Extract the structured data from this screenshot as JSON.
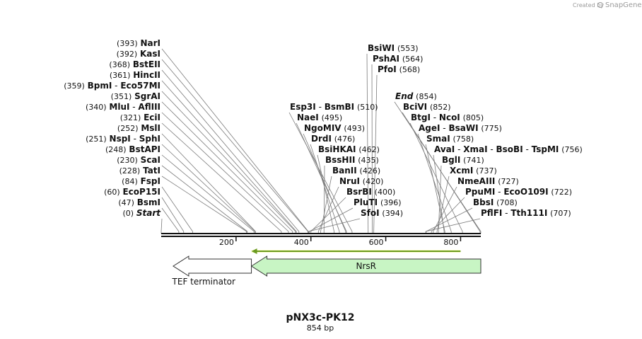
{
  "plasmid": {
    "name": "pNX3c-PK12",
    "length_label": "854 bp",
    "length": 854
  },
  "credit": {
    "text": "Created by",
    "brand": "SnapGene"
  },
  "ruler": {
    "ticks": [
      200,
      400,
      600,
      800
    ]
  },
  "features": [
    {
      "name": "NrsR",
      "start": 241,
      "end": 854,
      "direction": "reverse",
      "color": "#c8f5c4",
      "label_inside": true
    },
    {
      "name": "TEF terminator",
      "start": 32,
      "end": 241,
      "direction": "reverse",
      "color": "#ffffff",
      "label_inside": false
    }
  ],
  "primer_arrow": {
    "start": 241,
    "end": 800,
    "direction": "reverse",
    "color": "#6a9a1f"
  },
  "sites_left": [
    {
      "names": [
        "Start"
      ],
      "pos": 0,
      "italic": true
    },
    {
      "names": [
        "BsmI"
      ],
      "pos": 47
    },
    {
      "names": [
        "EcoP15I"
      ],
      "pos": 60
    },
    {
      "names": [
        "FspI"
      ],
      "pos": 84
    },
    {
      "names": [
        "TatI"
      ],
      "pos": 228
    },
    {
      "names": [
        "ScaI"
      ],
      "pos": 230
    },
    {
      "names": [
        "BstAPI"
      ],
      "pos": 248
    },
    {
      "names": [
        "NspI",
        "SphI"
      ],
      "pos": 251
    },
    {
      "names": [
        "MslI"
      ],
      "pos": 252
    },
    {
      "names": [
        "EciI"
      ],
      "pos": 321
    },
    {
      "names": [
        "MluI",
        "AflIII"
      ],
      "pos": 340
    },
    {
      "names": [
        "SgrAI"
      ],
      "pos": 351
    },
    {
      "names": [
        "BpmI",
        "Eco57MI"
      ],
      "pos": 359
    },
    {
      "names": [
        "HincII"
      ],
      "pos": 361
    },
    {
      "names": [
        "BstEII"
      ],
      "pos": 368
    },
    {
      "names": [
        "KasI"
      ],
      "pos": 392
    },
    {
      "names": [
        "NarI"
      ],
      "pos": 393
    }
  ],
  "sites_mid": [
    {
      "names": [
        "SfoI"
      ],
      "pos": 394
    },
    {
      "names": [
        "PluTI"
      ],
      "pos": 396
    },
    {
      "names": [
        "BsrBI"
      ],
      "pos": 400
    },
    {
      "names": [
        "NruI"
      ],
      "pos": 420
    },
    {
      "names": [
        "BanII"
      ],
      "pos": 426
    },
    {
      "names": [
        "BssHII"
      ],
      "pos": 435
    },
    {
      "names": [
        "BsiHKAI"
      ],
      "pos": 462
    },
    {
      "names": [
        "DrdI"
      ],
      "pos": 476
    },
    {
      "names": [
        "NgoMIV"
      ],
      "pos": 493
    },
    {
      "names": [
        "NaeI"
      ],
      "pos": 495
    },
    {
      "names": [
        "Esp3I",
        "BsmBI"
      ],
      "pos": 510
    }
  ],
  "sites_top": [
    {
      "names": [
        "BsiWI"
      ],
      "pos": 553
    },
    {
      "names": [
        "PshAI"
      ],
      "pos": 564
    },
    {
      "names": [
        "PfoI"
      ],
      "pos": 568
    }
  ],
  "sites_right": [
    {
      "names": [
        "PflFI",
        "Tth111I"
      ],
      "pos": 707
    },
    {
      "names": [
        "BbsI"
      ],
      "pos": 708
    },
    {
      "names": [
        "PpuMI",
        "EcoO109I"
      ],
      "pos": 722
    },
    {
      "names": [
        "NmeAIII"
      ],
      "pos": 727
    },
    {
      "names": [
        "XcmI"
      ],
      "pos": 737
    },
    {
      "names": [
        "BglI"
      ],
      "pos": 741
    },
    {
      "names": [
        "AvaI",
        "XmaI",
        "BsoBI",
        "TspMI"
      ],
      "pos": 756
    },
    {
      "names": [
        "SmaI"
      ],
      "pos": 758
    },
    {
      "names": [
        "AgeI",
        "BsaWI"
      ],
      "pos": 775
    },
    {
      "names": [
        "BtgI",
        "NcoI"
      ],
      "pos": 805
    },
    {
      "names": [
        "BciVI"
      ],
      "pos": 852
    },
    {
      "names": [
        "End"
      ],
      "pos": 854,
      "italic": true
    }
  ]
}
